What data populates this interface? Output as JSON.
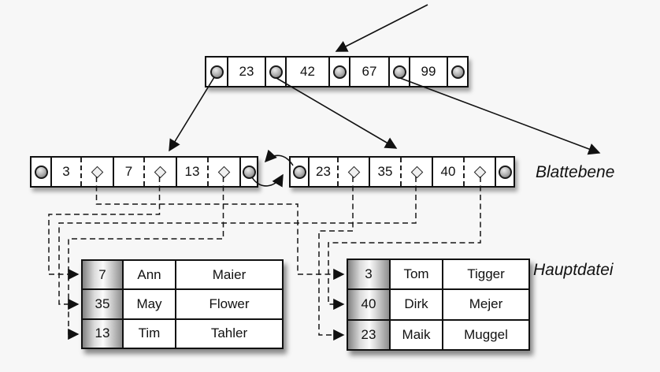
{
  "labels": {
    "leaf_level": "Blattebene",
    "main_file": "Hauptdatei"
  },
  "root_node": {
    "keys": [
      "23",
      "42",
      "67",
      "99"
    ]
  },
  "left_leaf": {
    "keys": [
      "3",
      "7",
      "13"
    ]
  },
  "right_leaf": {
    "keys": [
      "23",
      "35",
      "40"
    ]
  },
  "left_table": {
    "rows": [
      [
        "7",
        "Ann",
        "Maier"
      ],
      [
        "35",
        "May",
        "Flower"
      ],
      [
        "13",
        "Tim",
        "Tahler"
      ]
    ]
  },
  "right_table": {
    "rows": [
      [
        "3",
        "Tom",
        "Tigger"
      ],
      [
        "40",
        "Dirk",
        "Mejer"
      ],
      [
        "23",
        "Maik",
        "Muggel"
      ]
    ]
  },
  "icons": {
    "node_pointer": "gray-circle",
    "record_pointer": "diamond"
  },
  "links": {
    "leaf_key_3_to": "right_table row 3 Tom Tigger",
    "leaf_key_7_to": "left_table row 7 Ann Maier",
    "leaf_key_13_to": "left_table row 13 Tim Tahler",
    "leaf_key_23_to": "right_table row 23 Maik Muggel",
    "leaf_key_35_to": "left_table row 35 May Flower",
    "leaf_key_40_to": "right_table row 40 Dirk Mejer"
  },
  "colors": {
    "background": "#f7f7f7",
    "stroke": "#111111",
    "node_fill": "#ffffff",
    "pointer_circle": "#9a9a9a"
  }
}
